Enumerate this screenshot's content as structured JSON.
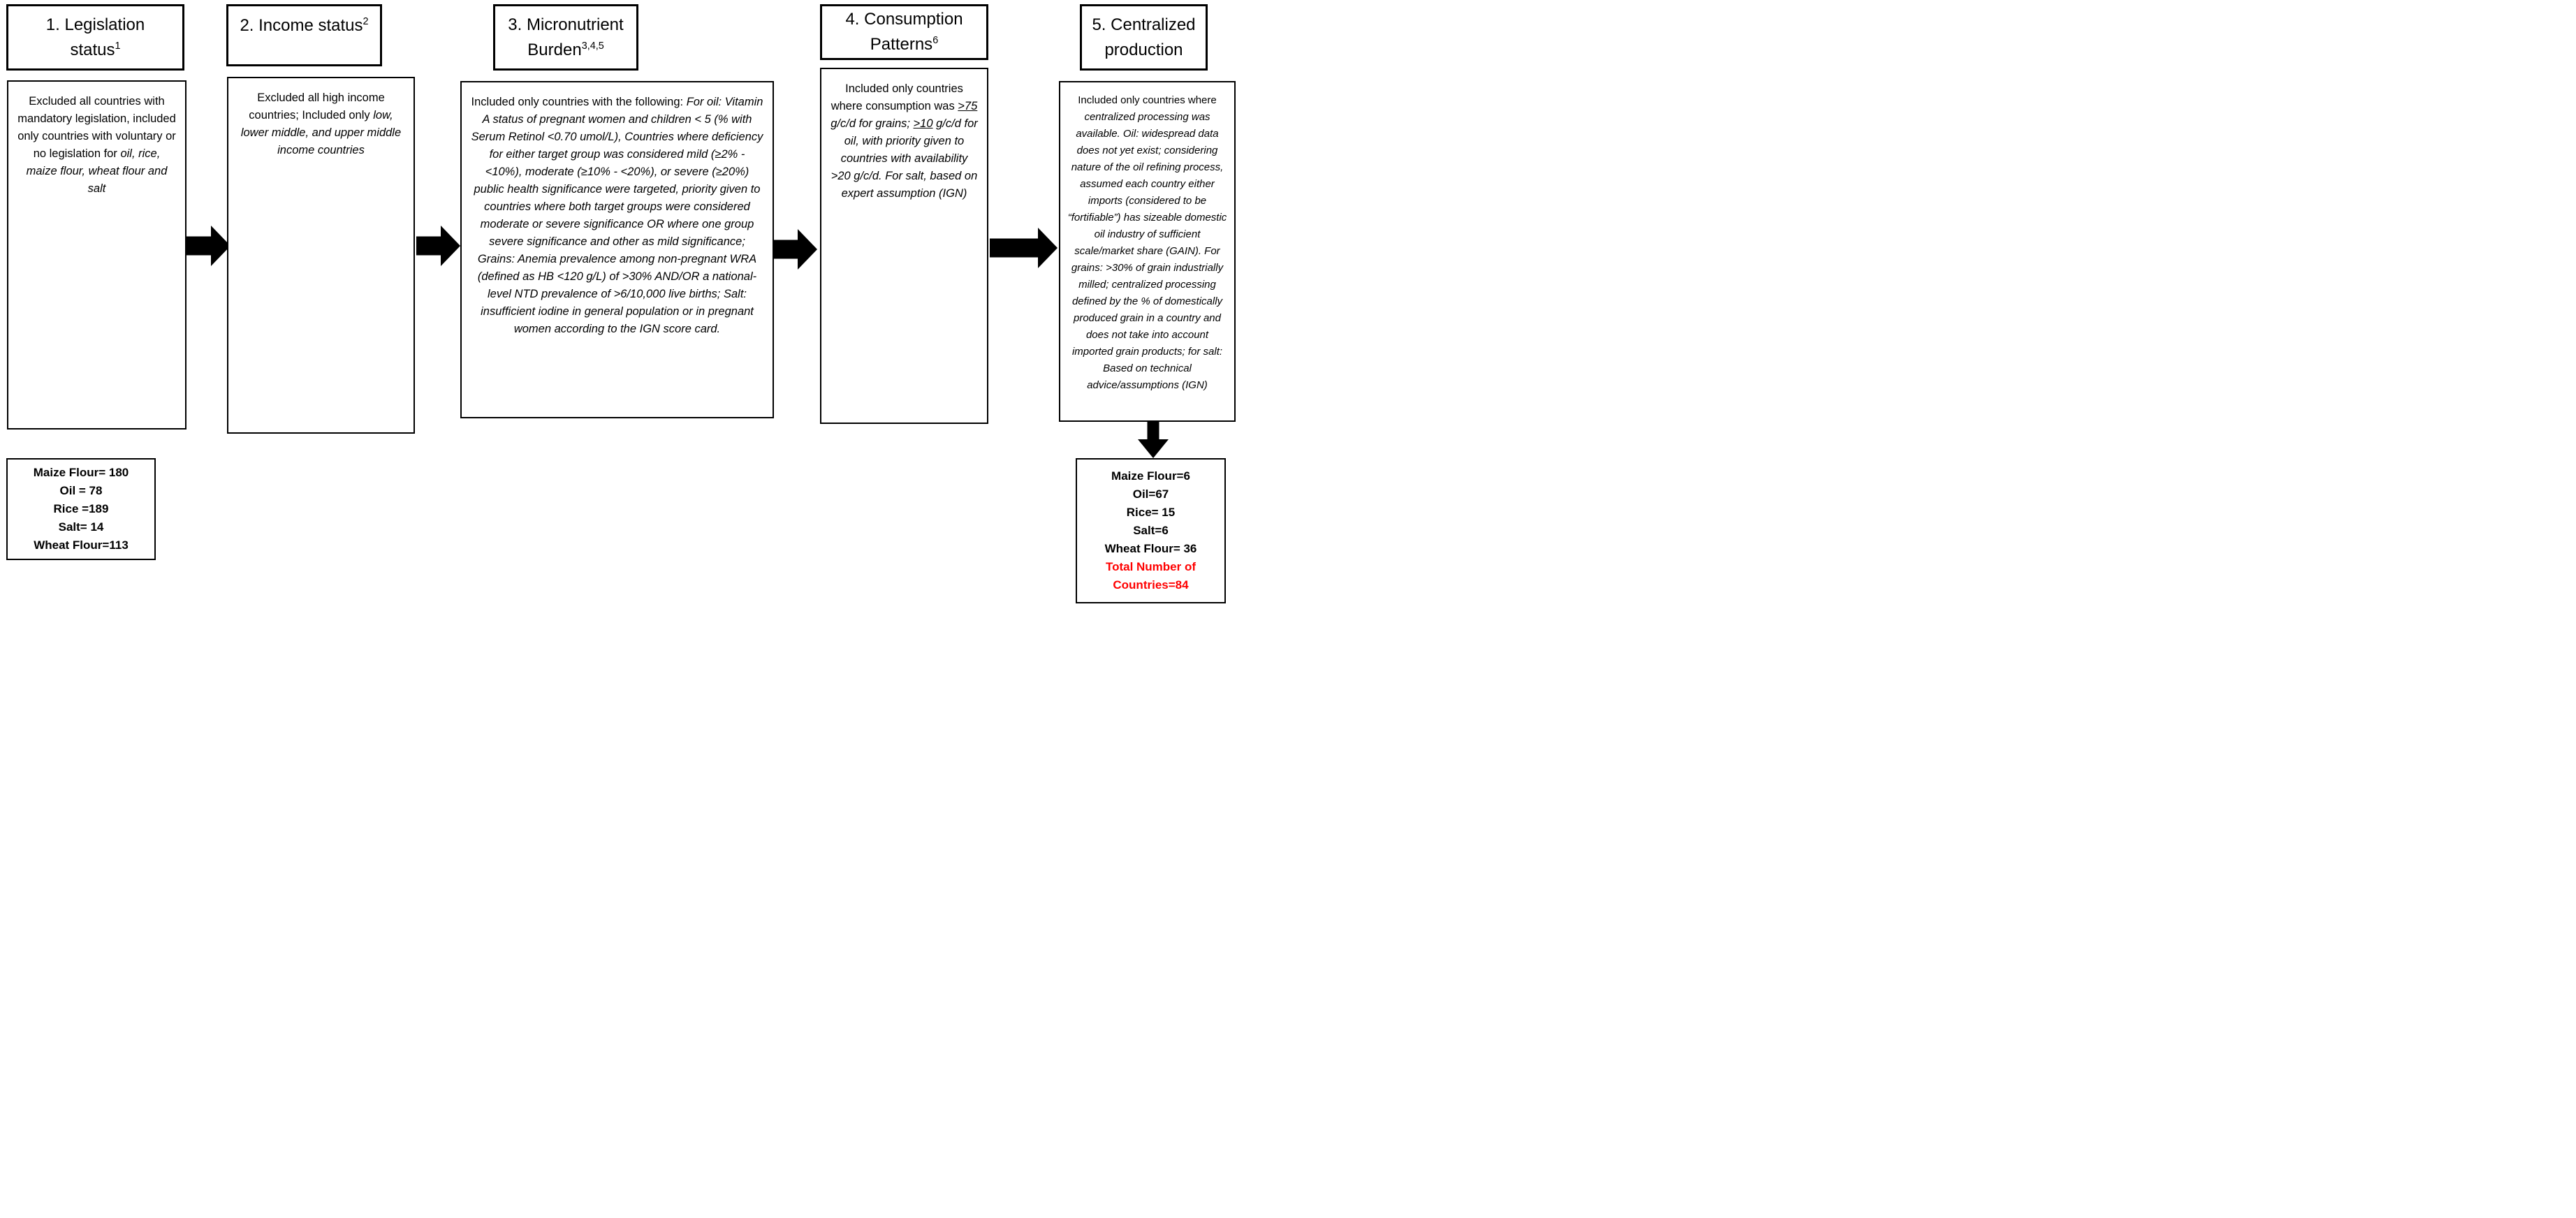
{
  "colors": {
    "background": "#FFFFFF",
    "border": "#000000",
    "text": "#000000",
    "highlight_red": "#FF0000"
  },
  "icons": {
    "flow_arrow": "block-right-arrow",
    "down_arrow": "block-down-arrow"
  },
  "steps": [
    {
      "title_lines": [
        "1. Legislation",
        "status"
      ],
      "sup": "1",
      "body": [
        {
          "t": "Excluded all countries with mandatory legislation, included only countries with voluntary or no legislation for ",
          "i": false
        },
        {
          "t": "oil, rice, maize flour, wheat flour and salt",
          "i": true
        }
      ]
    },
    {
      "title_lines": [
        "2. Income status"
      ],
      "sup": "2",
      "body": [
        {
          "t": "Excluded all high income countries; Included only ",
          "i": false
        },
        {
          "t": "low, lower middle, and upper middle income countries",
          "i": true
        }
      ]
    },
    {
      "title_lines": [
        "3. Micronutrient",
        "Burden"
      ],
      "sup": "3,4,5",
      "body": [
        {
          "t": "Included only countries with the following: ",
          "i": false
        },
        {
          "t": "For oil: Vitamin A status of pregnant women and children < 5 (% with Serum Retinol <0.70 umol/L), Countries where deficiency for either target group was considered mild (≥2% - <10%), moderate (≥10% - <20%), or severe (≥20%) public health significance were targeted, priority given to countries where both target groups were considered moderate or severe significance OR where one group severe significance and other as mild significance; Grains: Anemia prevalence among non-pregnant WRA (defined as HB <120 g/L) of >30% AND/OR a national-level NTD prevalence of >6/10,000 live births; Salt: insufficient iodine in general population or in pregnant women according to the IGN score card.",
          "i": true
        }
      ]
    },
    {
      "title_lines": [
        "4. Consumption",
        "Patterns"
      ],
      "sup": "6",
      "body": [
        {
          "t": "Included only countries where consumption was ",
          "i": false
        },
        {
          "t": ">75",
          "i": true,
          "u": true
        },
        {
          "t": " g/c/d for grains; ",
          "i": true
        },
        {
          "t": ">10",
          "i": true,
          "u": true
        },
        {
          "t": " g/c/d for oil, with priority given to countries with availability >20 g/c/d. For salt, based on expert assumption (IGN)",
          "i": true
        }
      ]
    },
    {
      "title_lines": [
        "5. Centralized",
        "production"
      ],
      "sup": "",
      "body": [
        {
          "t": "Included only countries where ",
          "i": false
        },
        {
          "t": "centralized processing was available. Oil: widespread data does not yet exist; considering nature of the oil refining process, assumed each country either imports (considered to be “fortifiable”) has sizeable domestic oil industry of sufficient scale/market share (GAIN). For grains: >30% of grain industrially milled; centralized processing defined by the % of domestically produced grain in a country and does not take into account imported grain products;  for salt: Based on technical advice/assumptions (IGN)",
          "i": true
        }
      ]
    }
  ],
  "results": {
    "initial_counts": {
      "lines": [
        "Maize Flour= 180",
        "Oil = 78",
        "Rice =189",
        "Salt= 14",
        "Wheat Flour=113"
      ]
    },
    "final_counts": {
      "lines": [
        "Maize Flour=6",
        "Oil=67",
        "Rice= 15",
        "Salt=6",
        "Wheat Flour= 36"
      ],
      "total_lines": [
        "Total Number of",
        "Countries=84"
      ]
    }
  }
}
